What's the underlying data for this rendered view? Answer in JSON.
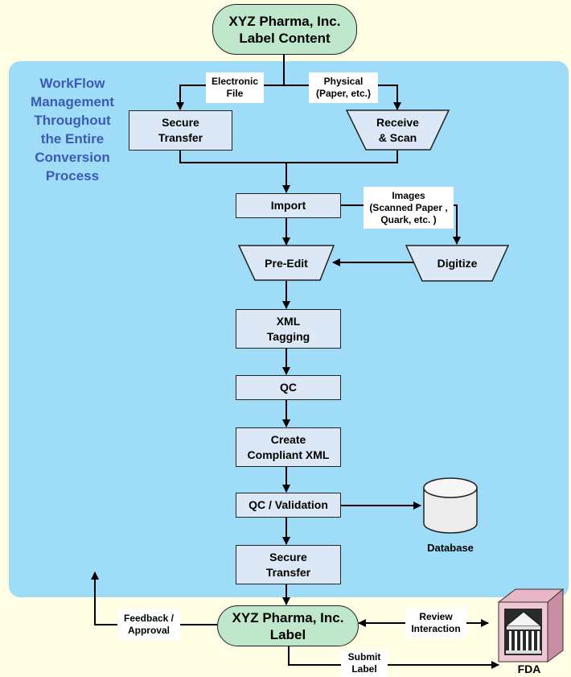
{
  "side_title": [
    "WorkFlow",
    "Management",
    "Throughout",
    "the Entire",
    "Conversion",
    "Process"
  ],
  "nodes": {
    "start": [
      "XYZ Pharma, Inc.",
      "Label Content"
    ],
    "secure_transfer_1": [
      "Secure",
      "Transfer"
    ],
    "receive_scan": [
      "Receive",
      "& Scan"
    ],
    "import": [
      "Import"
    ],
    "pre_edit": [
      "Pre-Edit"
    ],
    "digitize": [
      "Digitize"
    ],
    "xml_tagging": [
      "XML",
      "Tagging"
    ],
    "qc": [
      "QC"
    ],
    "create_xml": [
      "Create",
      "Compliant XML"
    ],
    "qc_validation": [
      "QC / Validation"
    ],
    "secure_transfer_2": [
      "Secure",
      "Transfer"
    ],
    "end": [
      "XYZ Pharma, Inc.",
      "Label"
    ]
  },
  "edge_labels": {
    "electronic": [
      "Electronic",
      "File"
    ],
    "physical": [
      "Physical",
      "(Paper, etc.)"
    ],
    "images": [
      "Images",
      "(Scanned Paper ,",
      "Quark, etc. )"
    ],
    "feedback": [
      "Feedback  /",
      "Approval"
    ],
    "review": [
      "Review",
      "Interaction"
    ],
    "submit": [
      "Submit",
      "Label"
    ]
  },
  "captions": {
    "database": "Database",
    "fda": "FDA"
  },
  "colors": {
    "background": "#fffde3",
    "panel": "#9fdcf7",
    "box_fill": "#dde8f6",
    "oval_fill": "#bfe7cc",
    "title_text": "#3b5bb3"
  }
}
